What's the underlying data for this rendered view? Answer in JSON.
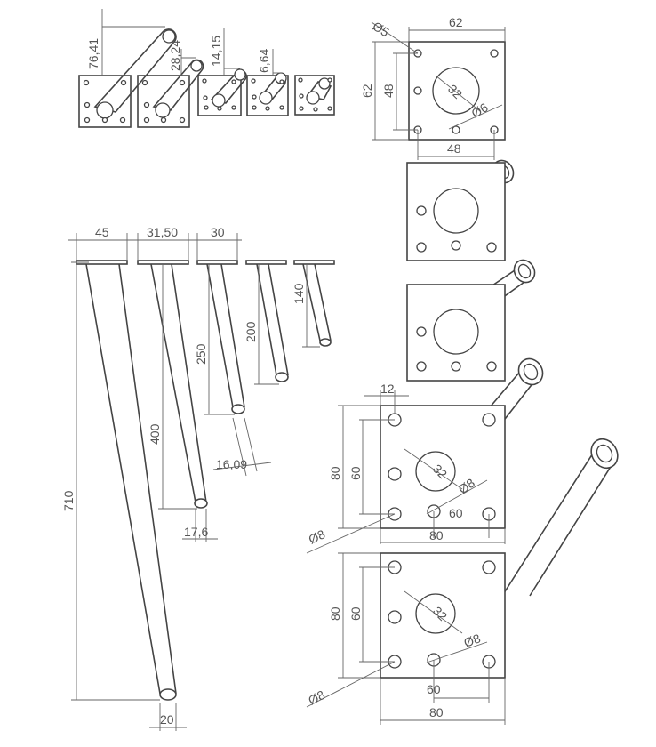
{
  "dimensions": {
    "leg_heights": [
      "76,41",
      "28,24",
      "14,15",
      "6,64"
    ],
    "plate_top": {
      "width": "62",
      "height": "62",
      "hole_spacing_v": "48",
      "hole_spacing_h": "48",
      "hole_dia": "Ø5",
      "center_hole": "32",
      "tube_dia": "Ø6"
    },
    "plate_widths": [
      "45",
      "31,50",
      "30"
    ],
    "leg_lengths": [
      "710",
      "400",
      "250",
      "200",
      "140"
    ],
    "foot_dia": [
      "20",
      "17,6",
      "16,09"
    ],
    "plate_large_a": {
      "offset": "12",
      "height": "80",
      "hole_spacing_v": "60",
      "center_hole": "32",
      "tube_dia": "Ø8",
      "hole_spacing_h": "60",
      "width": "80",
      "hole_dia": "Ø8"
    },
    "plate_large_b": {
      "height": "80",
      "hole_spacing_v": "60",
      "center_hole": "32",
      "tube_dia": "Ø8",
      "hole_spacing_h": "60",
      "width": "80",
      "hole_dia": "Ø8"
    }
  }
}
